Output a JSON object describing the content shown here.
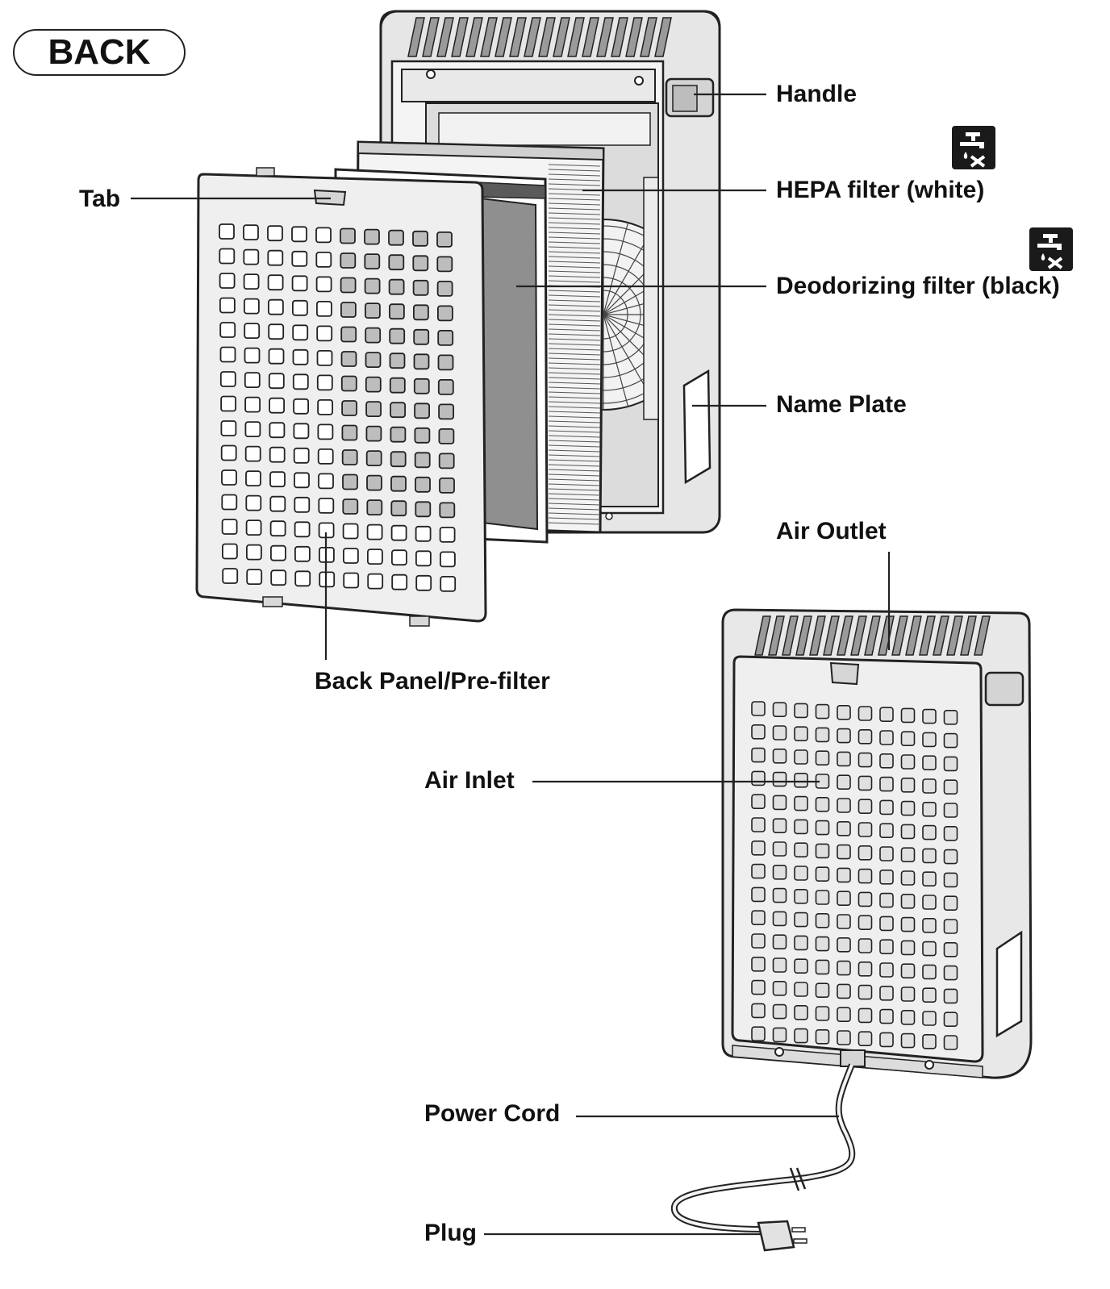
{
  "section_button": {
    "label": "BACK"
  },
  "labels": {
    "handle": "Handle",
    "hepa": "HEPA filter (white)",
    "deodorizing": "Deodorizing filter (black)",
    "name_plate": "Name Plate",
    "tab": "Tab",
    "back_panel": "Back Panel/Pre-filter",
    "air_outlet": "Air Outlet",
    "air_inlet": "Air Inlet",
    "power_cord": "Power Cord",
    "plug": "Plug"
  },
  "icons": {
    "hepa_icon": "do-not-wash-icon",
    "deodorizing_icon": "do-not-wash-icon"
  },
  "colors": {
    "line": "#222222",
    "body": "#e6e6e6",
    "panel": "#efefef",
    "dark_filter": "#8f8f8f"
  }
}
